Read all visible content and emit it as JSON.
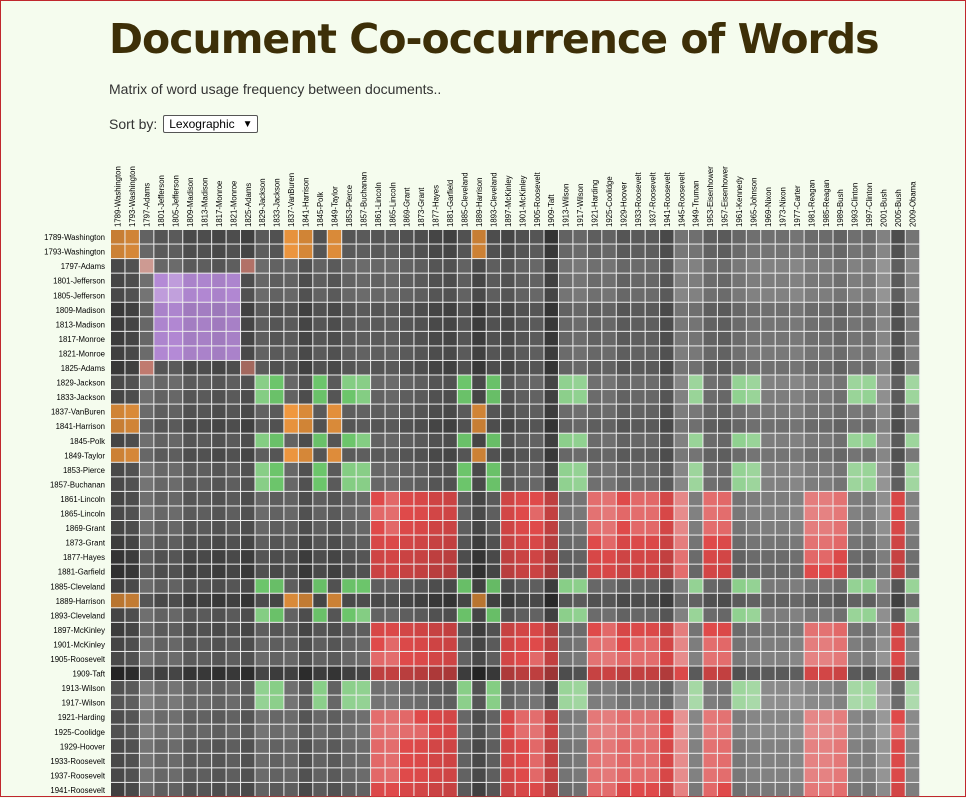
{
  "page": {
    "title": "Document Co-occurrence of Words",
    "subtitle": "Matrix of word usage frequency between documents..",
    "sort_label": "Sort by:",
    "sort_value": "Lexographic"
  },
  "chart_data": {
    "type": "heatmap",
    "title": "Document Co-occurrence of Words",
    "columns": [
      "1789-Washington",
      "1793-Washington",
      "1797-Adams",
      "1801-Jefferson",
      "1805-Jefferson",
      "1809-Madison",
      "1813-Madison",
      "1817-Monroe",
      "1821-Monroe",
      "1825-Adams",
      "1829-Jackson",
      "1833-Jackson",
      "1837-VanBuren",
      "1841-Harrison",
      "1845-Polk",
      "1849-Taylor",
      "1853-Pierce",
      "1857-Buchanan",
      "1861-Lincoln",
      "1865-Lincoln",
      "1869-Grant",
      "1873-Grant",
      "1877-Hayes",
      "1881-Garfield",
      "1885-Cleveland",
      "1889-Harrison",
      "1893-Cleveland",
      "1897-McKinley",
      "1901-McKinley",
      "1905-Roosevelt",
      "1909-Taft",
      "1913-Wilson",
      "1917-Wilson",
      "1921-Harding",
      "1925-Coolidge",
      "1929-Hoover",
      "1933-Roosevelt",
      "1937-Roosevelt",
      "1941-Roosevelt",
      "1945-Roosevelt",
      "1949-Truman",
      "1953-Eisenhower",
      "1957-Eisenhower",
      "1961-Kennedy",
      "1965-Johnson",
      "1969-Nixon",
      "1973-Nixon",
      "1977-Carter",
      "1981-Reagan",
      "1985-Reagan",
      "1989-Bush",
      "1993-Clinton",
      "1997-Clinton",
      "2001-Bush",
      "2005-Bush",
      "2009-Obama"
    ],
    "rows": [
      "1789-Washington",
      "1793-Washington",
      "1797-Adams",
      "1801-Jefferson",
      "1805-Jefferson",
      "1809-Madison",
      "1813-Madison",
      "1817-Monroe",
      "1821-Monroe",
      "1825-Adams",
      "1829-Jackson",
      "1833-Jackson",
      "1837-VanBuren",
      "1841-Harrison",
      "1845-Polk",
      "1849-Taylor",
      "1853-Pierce",
      "1857-Buchanan",
      "1861-Lincoln",
      "1865-Lincoln",
      "1869-Grant",
      "1873-Grant",
      "1877-Hayes",
      "1881-Garfield",
      "1885-Cleveland",
      "1889-Harrison",
      "1893-Cleveland",
      "1897-McKinley",
      "1901-McKinley",
      "1905-Roosevelt",
      "1909-Taft",
      "1913-Wilson",
      "1917-Wilson",
      "1921-Harding",
      "1925-Coolidge",
      "1929-Hoover",
      "1933-Roosevelt",
      "1937-Roosevelt",
      "1941-Roosevelt"
    ],
    "column_intensity": [
      0.95,
      0.85,
      0.45,
      0.6,
      0.55,
      0.75,
      0.7,
      0.8,
      0.7,
      0.85,
      0.55,
      0.65,
      0.6,
      0.85,
      0.65,
      0.75,
      0.6,
      0.55,
      0.6,
      0.55,
      0.65,
      0.7,
      0.8,
      0.85,
      0.65,
      0.95,
      0.7,
      0.8,
      0.65,
      0.6,
      1.0,
      0.45,
      0.4,
      0.5,
      0.45,
      0.6,
      0.55,
      0.55,
      0.75,
      0.25,
      0.3,
      0.5,
      0.55,
      0.4,
      0.3,
      0.3,
      0.3,
      0.25,
      0.35,
      0.35,
      0.45,
      0.3,
      0.35,
      0.1,
      0.7,
      0.25
    ],
    "row_intensity": [
      0.75,
      0.7,
      0.55,
      0.6,
      0.55,
      0.75,
      0.7,
      0.7,
      0.65,
      0.75,
      0.55,
      0.6,
      0.65,
      0.75,
      0.6,
      0.7,
      0.55,
      0.55,
      0.6,
      0.55,
      0.6,
      0.7,
      0.8,
      0.85,
      0.65,
      0.9,
      0.6,
      0.7,
      0.6,
      0.55,
      1.0,
      0.45,
      0.4,
      0.5,
      0.45,
      0.55,
      0.55,
      0.55,
      0.65
    ],
    "groups": [
      {
        "color": "#f59b40",
        "members": [
          "1789-Washington",
          "1793-Washington",
          "1837-VanBuren",
          "1841-Harrison",
          "1849-Taylor",
          "1889-Harrison"
        ]
      },
      {
        "color": "#b48ad6",
        "members": [
          "1801-Jefferson",
          "1805-Jefferson",
          "1809-Madison",
          "1813-Madison",
          "1817-Monroe",
          "1821-Monroe"
        ]
      },
      {
        "color": "#c07a6f",
        "members": [
          "1797-Adams",
          "1825-Adams"
        ]
      },
      {
        "color": "#6cc56b",
        "members": [
          "1829-Jackson",
          "1833-Jackson",
          "1845-Polk",
          "1853-Pierce",
          "1857-Buchanan",
          "1885-Cleveland",
          "1893-Cleveland",
          "1913-Wilson",
          "1917-Wilson",
          "1949-Truman",
          "1961-Kennedy",
          "1965-Johnson",
          "1993-Clinton",
          "1997-Clinton",
          "2009-Obama"
        ]
      },
      {
        "color": "#df4a4a",
        "members": [
          "1861-Lincoln",
          "1865-Lincoln",
          "1869-Grant",
          "1873-Grant",
          "1877-Hayes",
          "1881-Garfield",
          "1897-McKinley",
          "1901-McKinley",
          "1905-Roosevelt",
          "1909-Taft",
          "1921-Harding",
          "1925-Coolidge",
          "1929-Hoover",
          "1933-Roosevelt",
          "1937-Roosevelt",
          "1941-Roosevelt",
          "1945-Roosevelt",
          "1953-Eisenhower",
          "1957-Eisenhower",
          "1981-Reagan",
          "1985-Reagan",
          "1989-Bush",
          "2005-Bush"
        ]
      }
    ],
    "sort_order": "lexographic"
  }
}
